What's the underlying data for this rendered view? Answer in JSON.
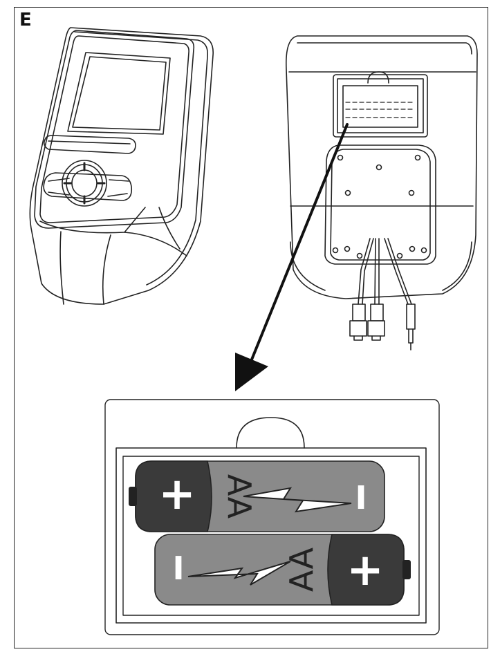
{
  "step_label": "E",
  "batteries": [
    {
      "type": "AA",
      "polarity_plus": "+",
      "polarity_minus": "I"
    },
    {
      "type": "AA",
      "polarity_plus": "+",
      "polarity_minus": "I"
    }
  ],
  "colors": {
    "line": "#222222",
    "battery_body": "#8a8a8a",
    "battery_cap": "#3a3a3a"
  }
}
